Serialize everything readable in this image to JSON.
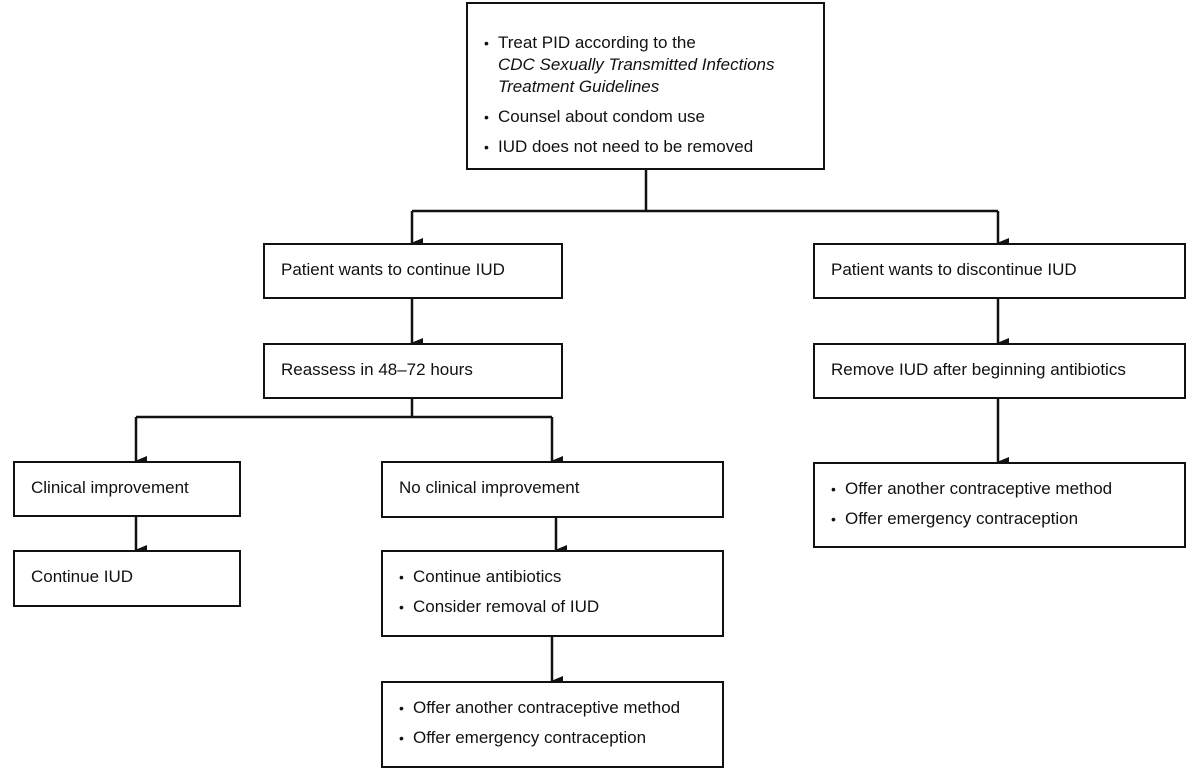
{
  "top": {
    "items": [
      {
        "text": "Treat PID according to the",
        "italic_lines": [
          "CDC Sexually Transmitted Infections",
          "Treatment Guidelines"
        ]
      },
      {
        "text": "Counsel about condom use"
      },
      {
        "text": "IUD does not need to be removed"
      }
    ]
  },
  "left": {
    "continue_label": "Patient wants to continue IUD",
    "reassess_label": "Reassess in 48–72 hours",
    "improvement_label": "Clinical improvement",
    "continue_iud_label": "Continue IUD",
    "no_improvement_label": "No clinical improvement",
    "no_improvement_actions": [
      "Continue antibiotics",
      "Consider removal of IUD"
    ],
    "offer_options": [
      "Offer another contraceptive method",
      "Offer emergency contraception"
    ]
  },
  "right": {
    "discontinue_label": "Patient wants to discontinue IUD",
    "remove_label": "Remove IUD after beginning antibiotics",
    "offer_options": [
      "Offer another contraceptive method",
      "Offer emergency contraception"
    ]
  },
  "colors": {
    "stroke": "#111111",
    "background": "#ffffff"
  }
}
